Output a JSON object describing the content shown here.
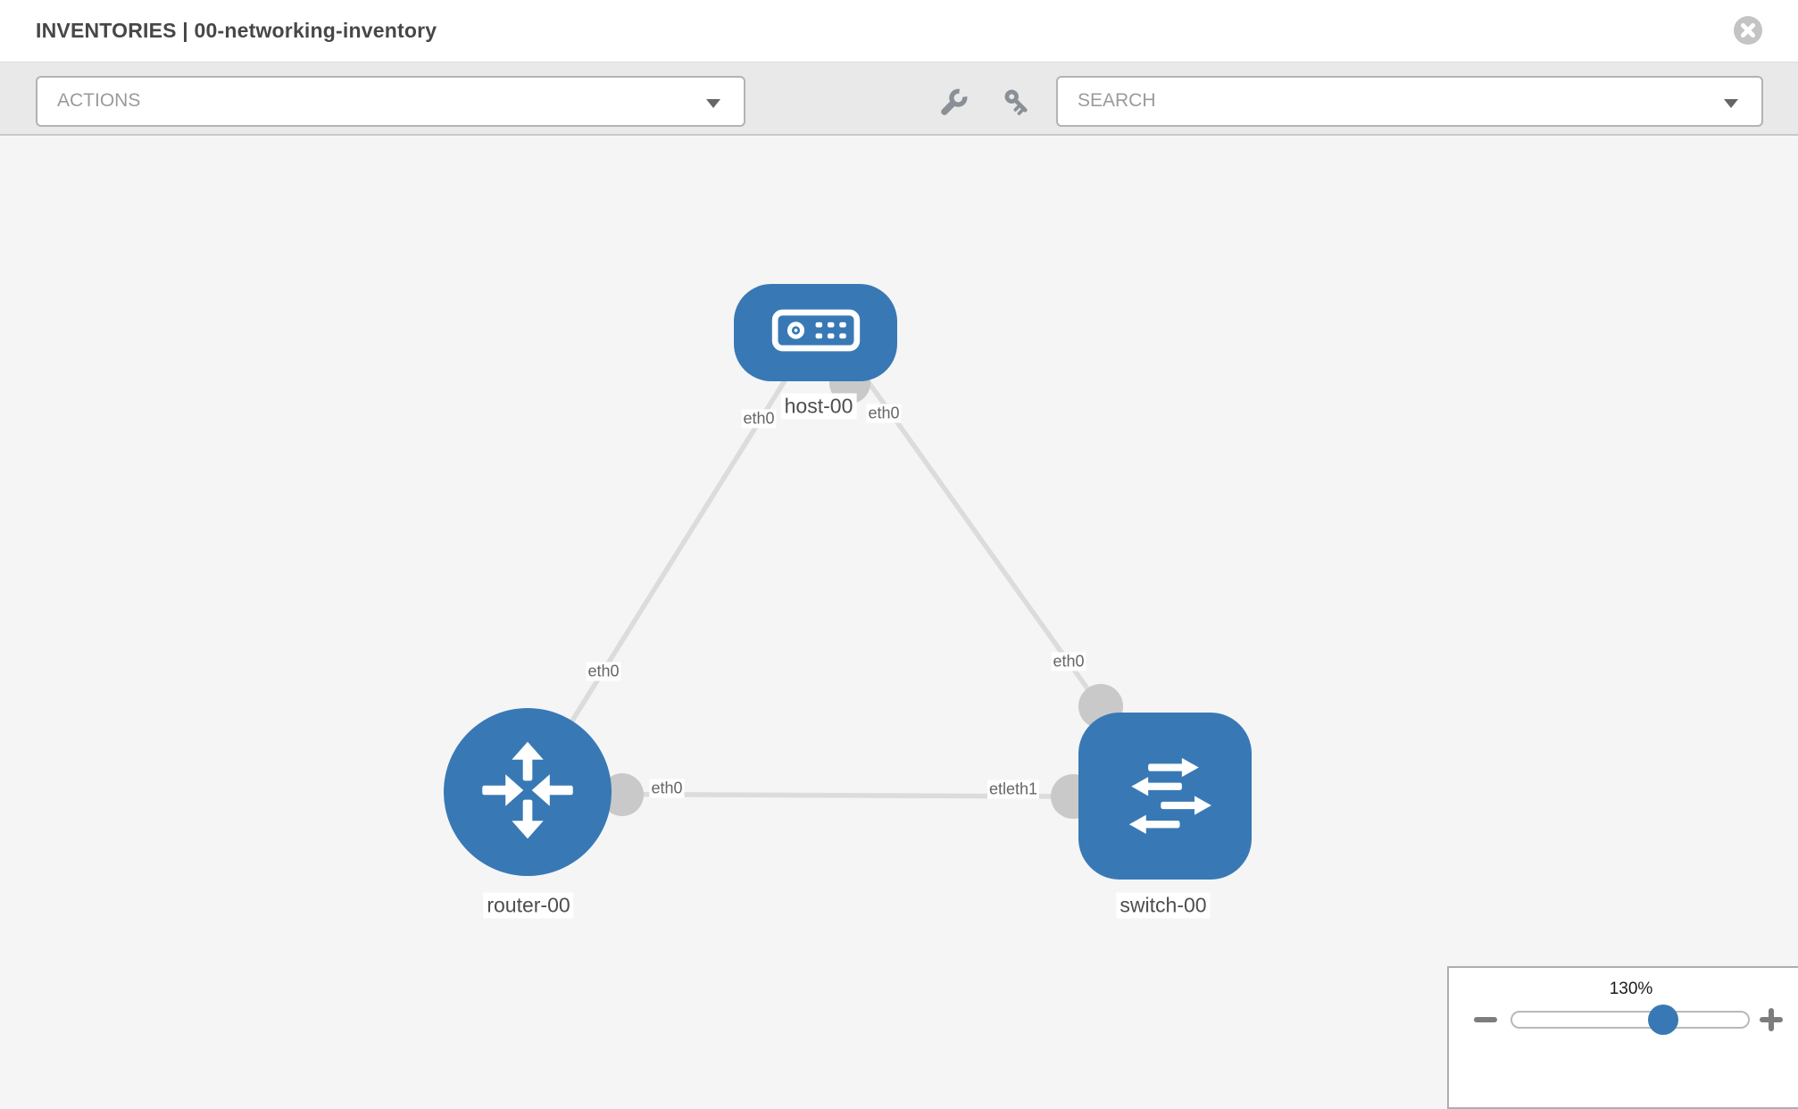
{
  "header": {
    "title": "INVENTORIES | 00-networking-inventory",
    "close_icon": "x-circle-icon"
  },
  "toolbar": {
    "actions": {
      "label": "ACTIONS",
      "caret_icon": "chevron-down-icon"
    },
    "search": {
      "label": "SEARCH",
      "caret_icon": "chevron-down-icon"
    },
    "icons": [
      "wrench-icon",
      "key-icon"
    ]
  },
  "canvas": {
    "nodes": [
      {
        "id": "host-00",
        "type": "host",
        "label": "host-00",
        "icon": "host-icon"
      },
      {
        "id": "router-00",
        "type": "router",
        "label": "router-00",
        "icon": "router-icon"
      },
      {
        "id": "switch-00",
        "type": "switch",
        "label": "switch-00",
        "icon": "switch-icon"
      }
    ],
    "links": [
      {
        "from": "host-00",
        "to": "router-00"
      },
      {
        "from": "host-00",
        "to": "switch-00"
      },
      {
        "from": "router-00",
        "to": "switch-00"
      }
    ],
    "interface_labels": [
      {
        "text": "eth0",
        "near": "host-bottom-left"
      },
      {
        "text": "eth0",
        "near": "host-bottom-right"
      },
      {
        "text": "eth0",
        "near": "link-host-router"
      },
      {
        "text": "eth0",
        "near": "link-host-switch"
      },
      {
        "text": "eth0",
        "near": "link-router-switch-router-end"
      },
      {
        "text": "etleth1",
        "near": "link-router-switch-switch-end"
      }
    ]
  },
  "zoom_control": {
    "level": "130%",
    "zoom_out_icon": "minus-icon",
    "zoom_in_icon": "plus-icon"
  },
  "colors": {
    "node_blue": "#3879b5",
    "link_gray": "#dcdcdc",
    "connector_gray": "#c9c9c9",
    "toolbar_gray": "#e9e9e9",
    "canvas_gray": "#f5f5f6"
  }
}
